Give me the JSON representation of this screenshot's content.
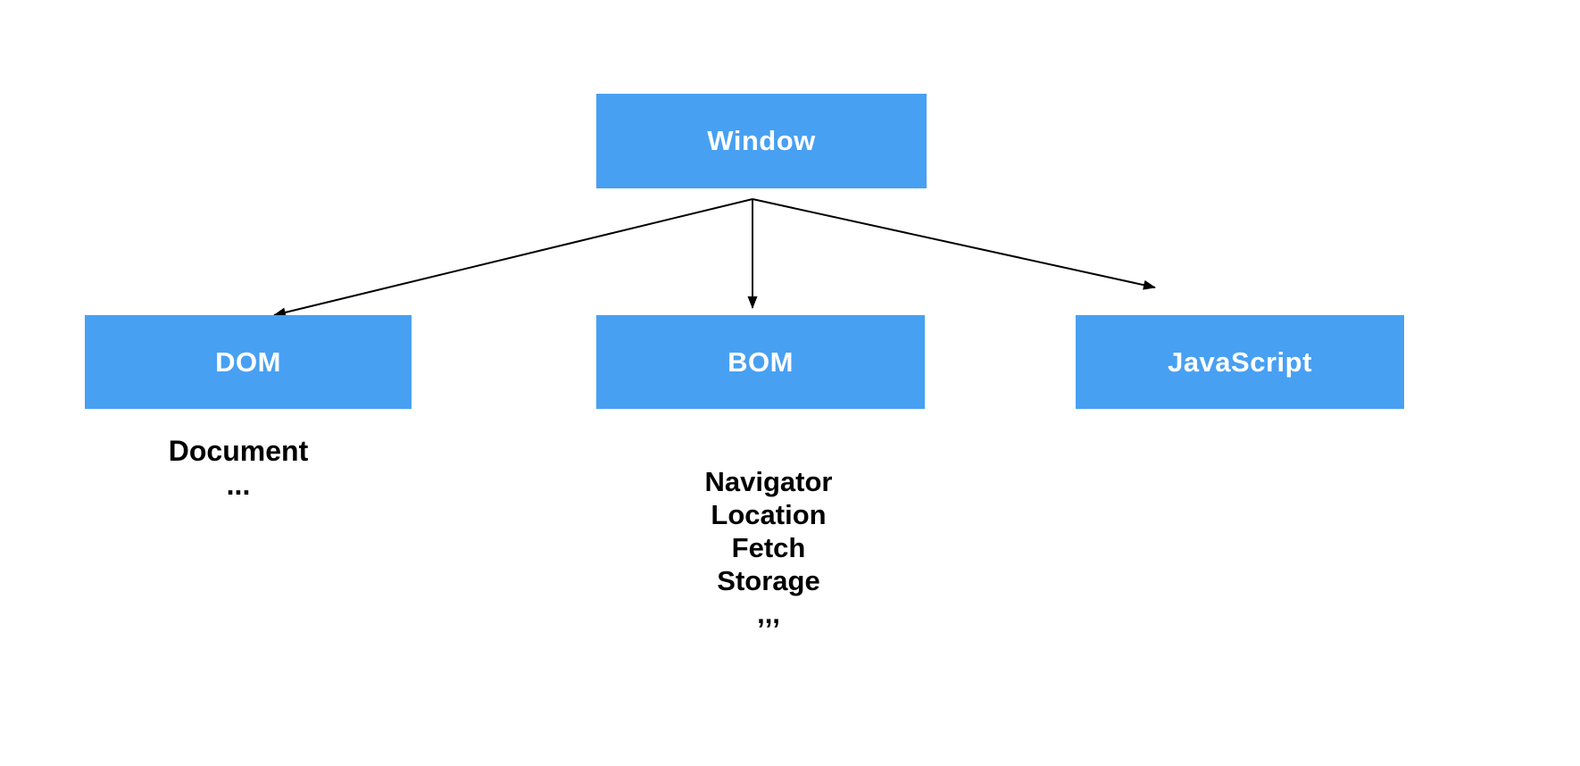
{
  "diagram": {
    "nodes": [
      {
        "id": "window",
        "label": "Window"
      },
      {
        "id": "dom",
        "label": "DOM"
      },
      {
        "id": "bom",
        "label": "BOM"
      },
      {
        "id": "javascript",
        "label": "JavaScript"
      }
    ],
    "edges": [
      {
        "from": "Window",
        "to": "DOM"
      },
      {
        "from": "Window",
        "to": "BOM"
      },
      {
        "from": "Window",
        "to": "JavaScript"
      }
    ],
    "dom_children": [
      "Document",
      "..."
    ],
    "bom_children": [
      "Navigator",
      "Location",
      "Fetch",
      "Storage",
      ",,,"
    ],
    "colors": {
      "node_fill": "#48a0f2",
      "node_text": "#ffffff",
      "arrow": "#000000",
      "list_text": "#000000",
      "background": "#ffffff"
    }
  }
}
